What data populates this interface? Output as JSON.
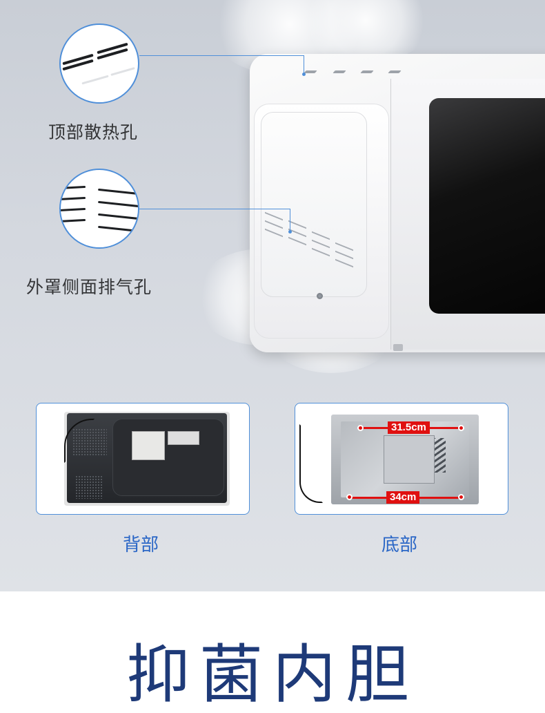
{
  "features": {
    "top_vent_label": "顶部散热孔",
    "side_vent_label": "外罩侧面排气孔"
  },
  "photos": {
    "back_label": "背部",
    "bottom_label": "底部",
    "bottom_width_dim": "31.5cm",
    "bottom_depth_dim": "34cm"
  },
  "section": {
    "title": "抑菌内胆"
  },
  "colors": {
    "accent_blue": "#4f8fd9",
    "label_blue": "#2a66c6",
    "title_navy": "#1e3a78",
    "dimension_red": "#e01010"
  }
}
